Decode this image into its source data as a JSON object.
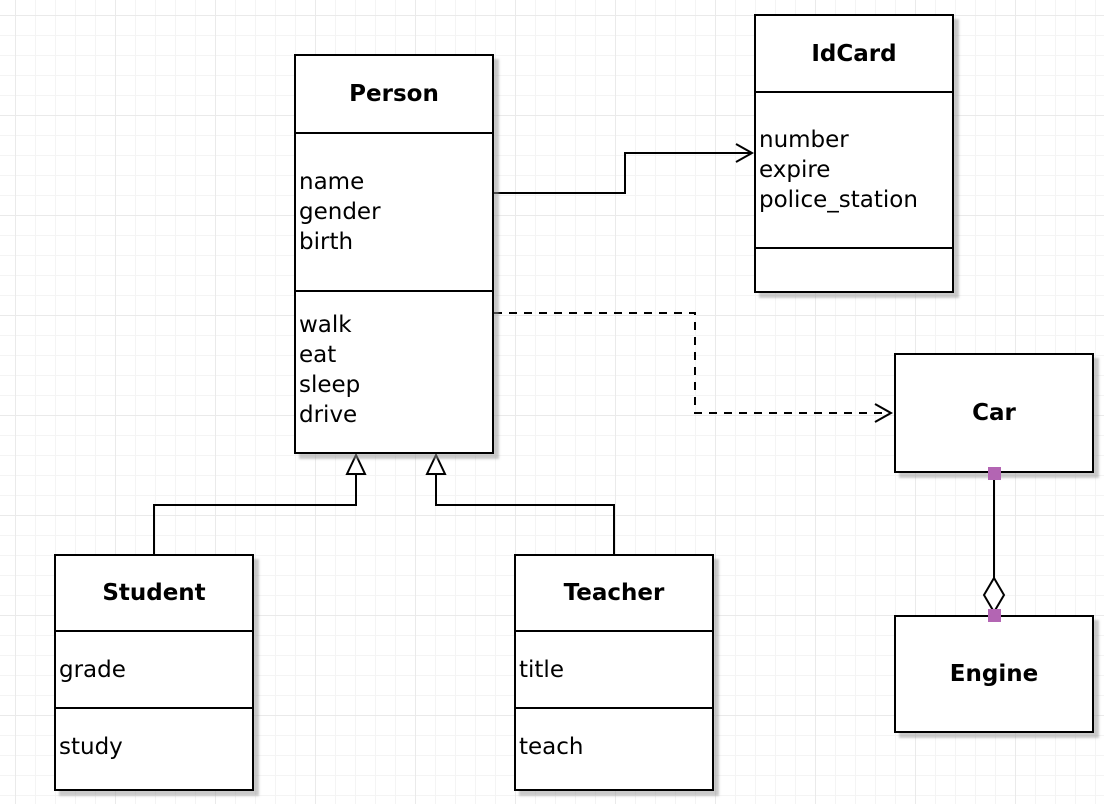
{
  "diagram": {
    "type": "uml-class-diagram",
    "classes": [
      {
        "id": "person",
        "title": "Person",
        "attributes": [
          "name",
          "gender",
          "birth"
        ],
        "methods": [
          "walk",
          "eat",
          "sleep",
          "drive"
        ]
      },
      {
        "id": "idcard",
        "title": "IdCard",
        "attributes": [
          "number",
          "expire",
          "police_station"
        ],
        "methods": []
      },
      {
        "id": "car",
        "title": "Car",
        "attributes": [],
        "methods": []
      },
      {
        "id": "engine",
        "title": "Engine",
        "attributes": [],
        "methods": []
      },
      {
        "id": "student",
        "title": "Student",
        "attributes": [
          "grade"
        ],
        "methods": [
          "study"
        ]
      },
      {
        "id": "teacher",
        "title": "Teacher",
        "attributes": [
          "title"
        ],
        "methods": [
          "teach"
        ]
      }
    ],
    "relationships": [
      {
        "from": "Person",
        "to": "IdCard",
        "type": "association",
        "line": "solid",
        "arrow": "open"
      },
      {
        "from": "Person",
        "to": "Car",
        "type": "dependency",
        "line": "dashed",
        "arrow": "open"
      },
      {
        "from": "Student",
        "to": "Person",
        "type": "generalization",
        "line": "solid",
        "arrow": "hollow-triangle"
      },
      {
        "from": "Teacher",
        "to": "Person",
        "type": "generalization",
        "line": "solid",
        "arrow": "hollow-triangle"
      },
      {
        "from": "Car",
        "to": "Engine",
        "type": "aggregation",
        "line": "solid",
        "arrow": "hollow-diamond"
      }
    ],
    "colors": {
      "background": "#ffffff",
      "grid_minor": "#f4f4f4",
      "grid_major": "#eaeaea",
      "line": "#000000",
      "box_fill": "#ffffff",
      "shadow": "rgba(150,150,150,0.5)",
      "connection_point": "#b365b3"
    }
  }
}
